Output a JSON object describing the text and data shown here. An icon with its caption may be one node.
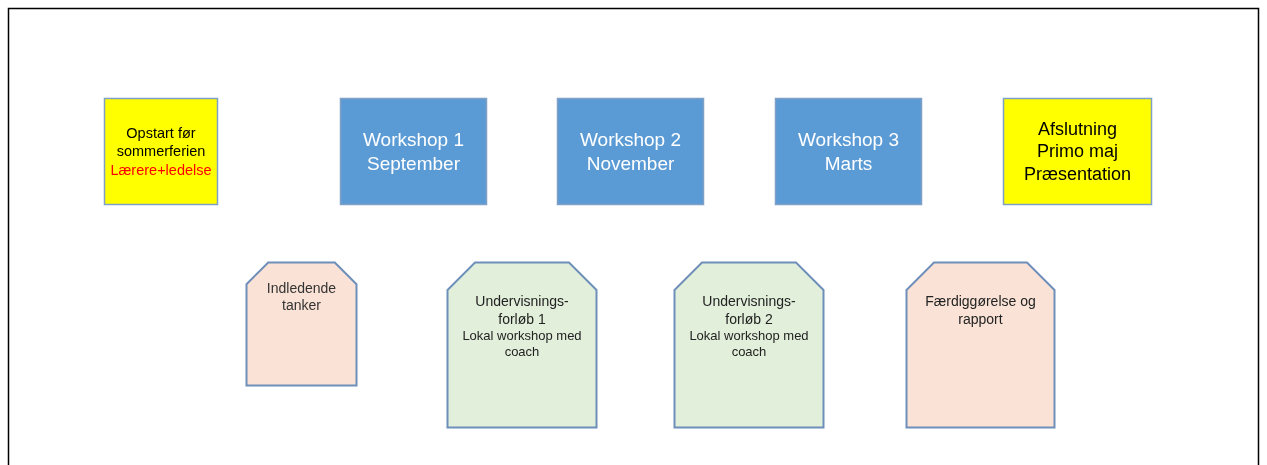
{
  "diagram": {
    "nodes": [
      {
        "text": [
          "Opstart før sommerferien",
          "Lærere+ledelse"
        ]
      },
      {
        "text": [
          "Workshop 1",
          "September"
        ]
      },
      {
        "text": [
          "Workshop 2",
          "November"
        ]
      },
      {
        "text": [
          "Workshop 3",
          "Marts"
        ]
      },
      {
        "text": [
          "Afslutning",
          "Primo maj",
          "Præsentation"
        ]
      },
      {
        "text": [
          "Indledende tanker"
        ]
      },
      {
        "text": [
          "Undervisnings-forløb 1",
          "Lokal workshop med coach"
        ]
      },
      {
        "text": [
          "Undervisnings-forløb 2",
          "Lokal workshop med coach"
        ]
      },
      {
        "text": [
          "Færdiggørelse og rapport"
        ]
      }
    ]
  }
}
